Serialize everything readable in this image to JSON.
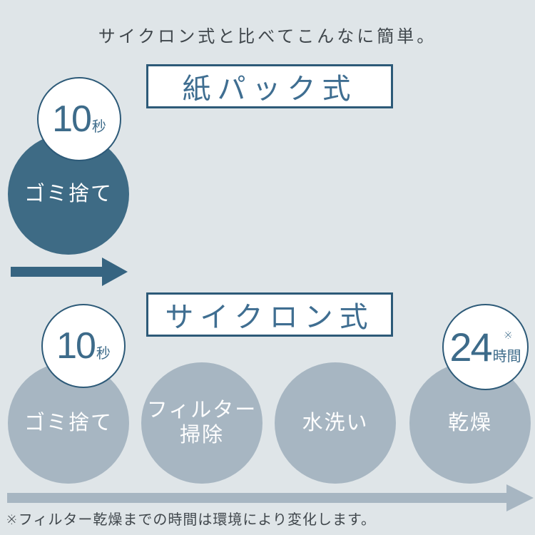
{
  "title": "サイクロン式と比べてこんなに簡単。",
  "footnote": "※フィルター乾燥までの時間は環境により変化します。",
  "colors": {
    "background": "#dfe5e8",
    "accent_teal": "#3e6b85",
    "border_teal": "#2d5a78",
    "header_text_teal": "#3f6e91",
    "step_gray": "#a7b6c2",
    "text_dark": "#40474c",
    "white": "#ffffff"
  },
  "paper_pack": {
    "header": "紙パック式",
    "time_badge": {
      "value": "10",
      "unit": "秒"
    },
    "steps": [
      {
        "lines": [
          "ゴミ捨て"
        ]
      }
    ]
  },
  "cyclone": {
    "header": "サイクロン式",
    "time_badge": {
      "value": "10",
      "unit": "秒"
    },
    "duration_badge": {
      "value": "24",
      "unit": "時間",
      "note_mark": "※"
    },
    "steps": [
      {
        "lines": [
          "ゴミ捨て"
        ]
      },
      {
        "lines": [
          "フィルター",
          "掃除"
        ]
      },
      {
        "lines": [
          "水洗い"
        ]
      },
      {
        "lines": [
          "乾燥"
        ]
      }
    ]
  }
}
